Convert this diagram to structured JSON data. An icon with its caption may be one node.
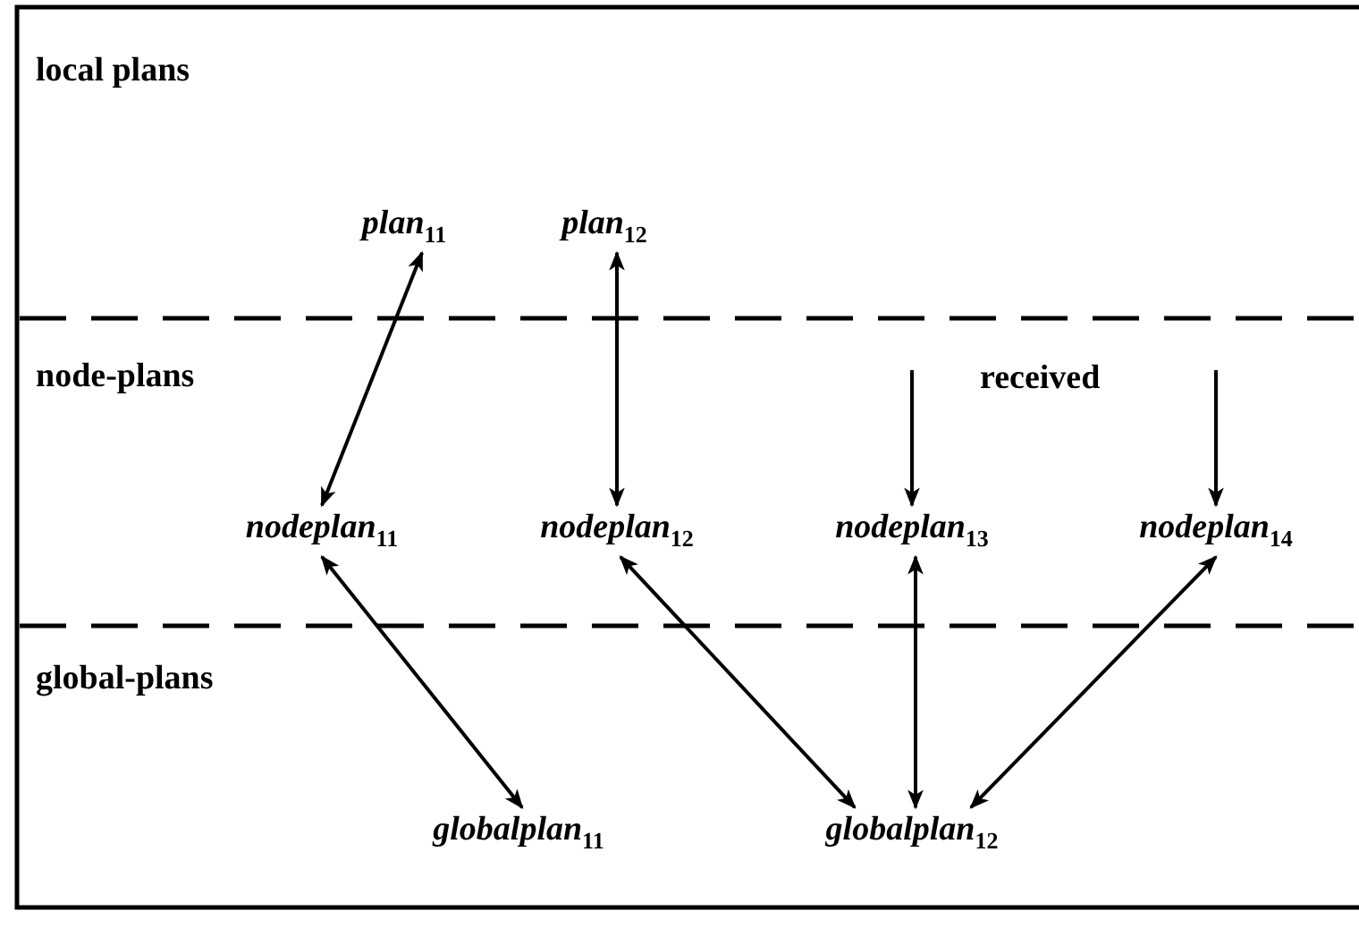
{
  "diagram": {
    "nodes": [
      {
        "text": [
          "local plans"
        ]
      },
      {
        "text": [
          "*plan*$_{11}$"
        ],
        "in": 0
      },
      {
        "text": [
          "*plan*$_{12}$"
        ],
        "in": 0
      },
      {
        "text": [
          "node-plans"
        ]
      },
      {
        "text": [
          "*nodeplan*$_{11}$"
        ],
        "in": 3
      },
      {
        "text": [
          "*nodeplan*$_{12}$"
        ],
        "in": 3
      },
      {
        "text": [
          "*nodeplan*$_{13}$"
        ],
        "in": 3
      },
      {
        "text": [
          "*nodeplan*$_{14}$"
        ],
        "in": 3
      },
      {
        "text": [
          "global-plans"
        ]
      },
      {
        "text": [
          "*globalplan*$_{11}$"
        ],
        "in": 8
      },
      {
        "text": [
          "*globalplan*$_{12}$"
        ],
        "in": 8
      }
    ],
    "edges": [
      {
        "from": 1,
        "to": 4,
        "arrow": "both"
      },
      {
        "from": 2,
        "to": 5,
        "arrow": "both"
      },
      {
        "from": null,
        "to": 6,
        "arrow": "to"
      },
      {
        "from": null,
        "to": 7,
        "arrow": "to"
      },
      {
        "from": 4,
        "to": 9,
        "arrow": "both"
      },
      {
        "from": 5,
        "to": 10,
        "arrow": "both"
      },
      {
        "from": 6,
        "to": 10,
        "arrow": "both"
      },
      {
        "from": 7,
        "to": 10,
        "arrow": "both"
      }
    ],
    "labels": [
      "received"
    ]
  }
}
